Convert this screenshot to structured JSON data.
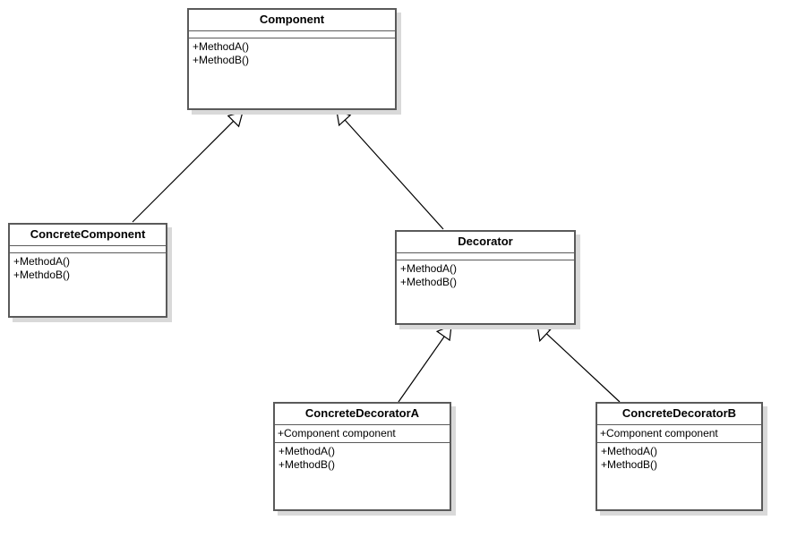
{
  "classes": {
    "component": {
      "name": "Component",
      "attributes": [],
      "operations": [
        "+MethodA()",
        "+MethodB()"
      ]
    },
    "concrete_component": {
      "name": "ConcreteComponent",
      "attributes": [],
      "operations": [
        "+MethodA()",
        "+MethdoB()"
      ]
    },
    "decorator": {
      "name": "Decorator",
      "attributes": [],
      "operations": [
        "+MethodA()",
        "+MethodB()"
      ]
    },
    "concrete_decorator_a": {
      "name": "ConcreteDecoratorA",
      "attributes": [
        "+Component component"
      ],
      "operations": [
        "+MethodA()",
        "+MethodB()"
      ]
    },
    "concrete_decorator_b": {
      "name": "ConcreteDecoratorB",
      "attributes": [
        "+Component component"
      ],
      "operations": [
        "+MethodA()",
        "+MethodB()"
      ]
    }
  },
  "relationships": [
    {
      "type": "generalization",
      "from": "ConcreteComponent",
      "to": "Component"
    },
    {
      "type": "generalization",
      "from": "Decorator",
      "to": "Component"
    },
    {
      "type": "generalization",
      "from": "ConcreteDecoratorA",
      "to": "Decorator"
    },
    {
      "type": "generalization",
      "from": "ConcreteDecoratorB",
      "to": "Decorator"
    }
  ],
  "colors": {
    "border": "#5a5a5a",
    "shadow": "#d9d9d9",
    "line": "#000000",
    "background": "#ffffff"
  }
}
